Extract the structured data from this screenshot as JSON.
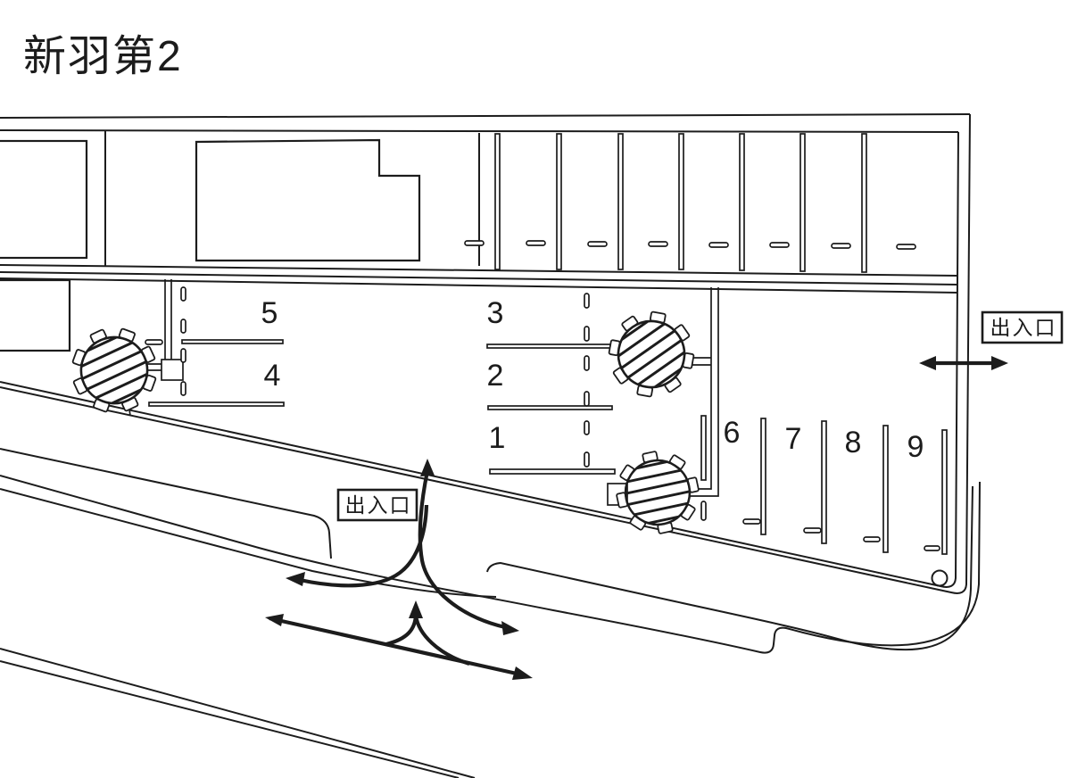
{
  "title": "新羽第2",
  "colors": {
    "ink": "#1c1c1c",
    "background": "#ffffff"
  },
  "map": {
    "entrance_left": "出入口",
    "entrance_right": "出入口",
    "space_labels": [
      "1",
      "2",
      "3",
      "4",
      "5",
      "6",
      "7",
      "8",
      "9"
    ]
  }
}
